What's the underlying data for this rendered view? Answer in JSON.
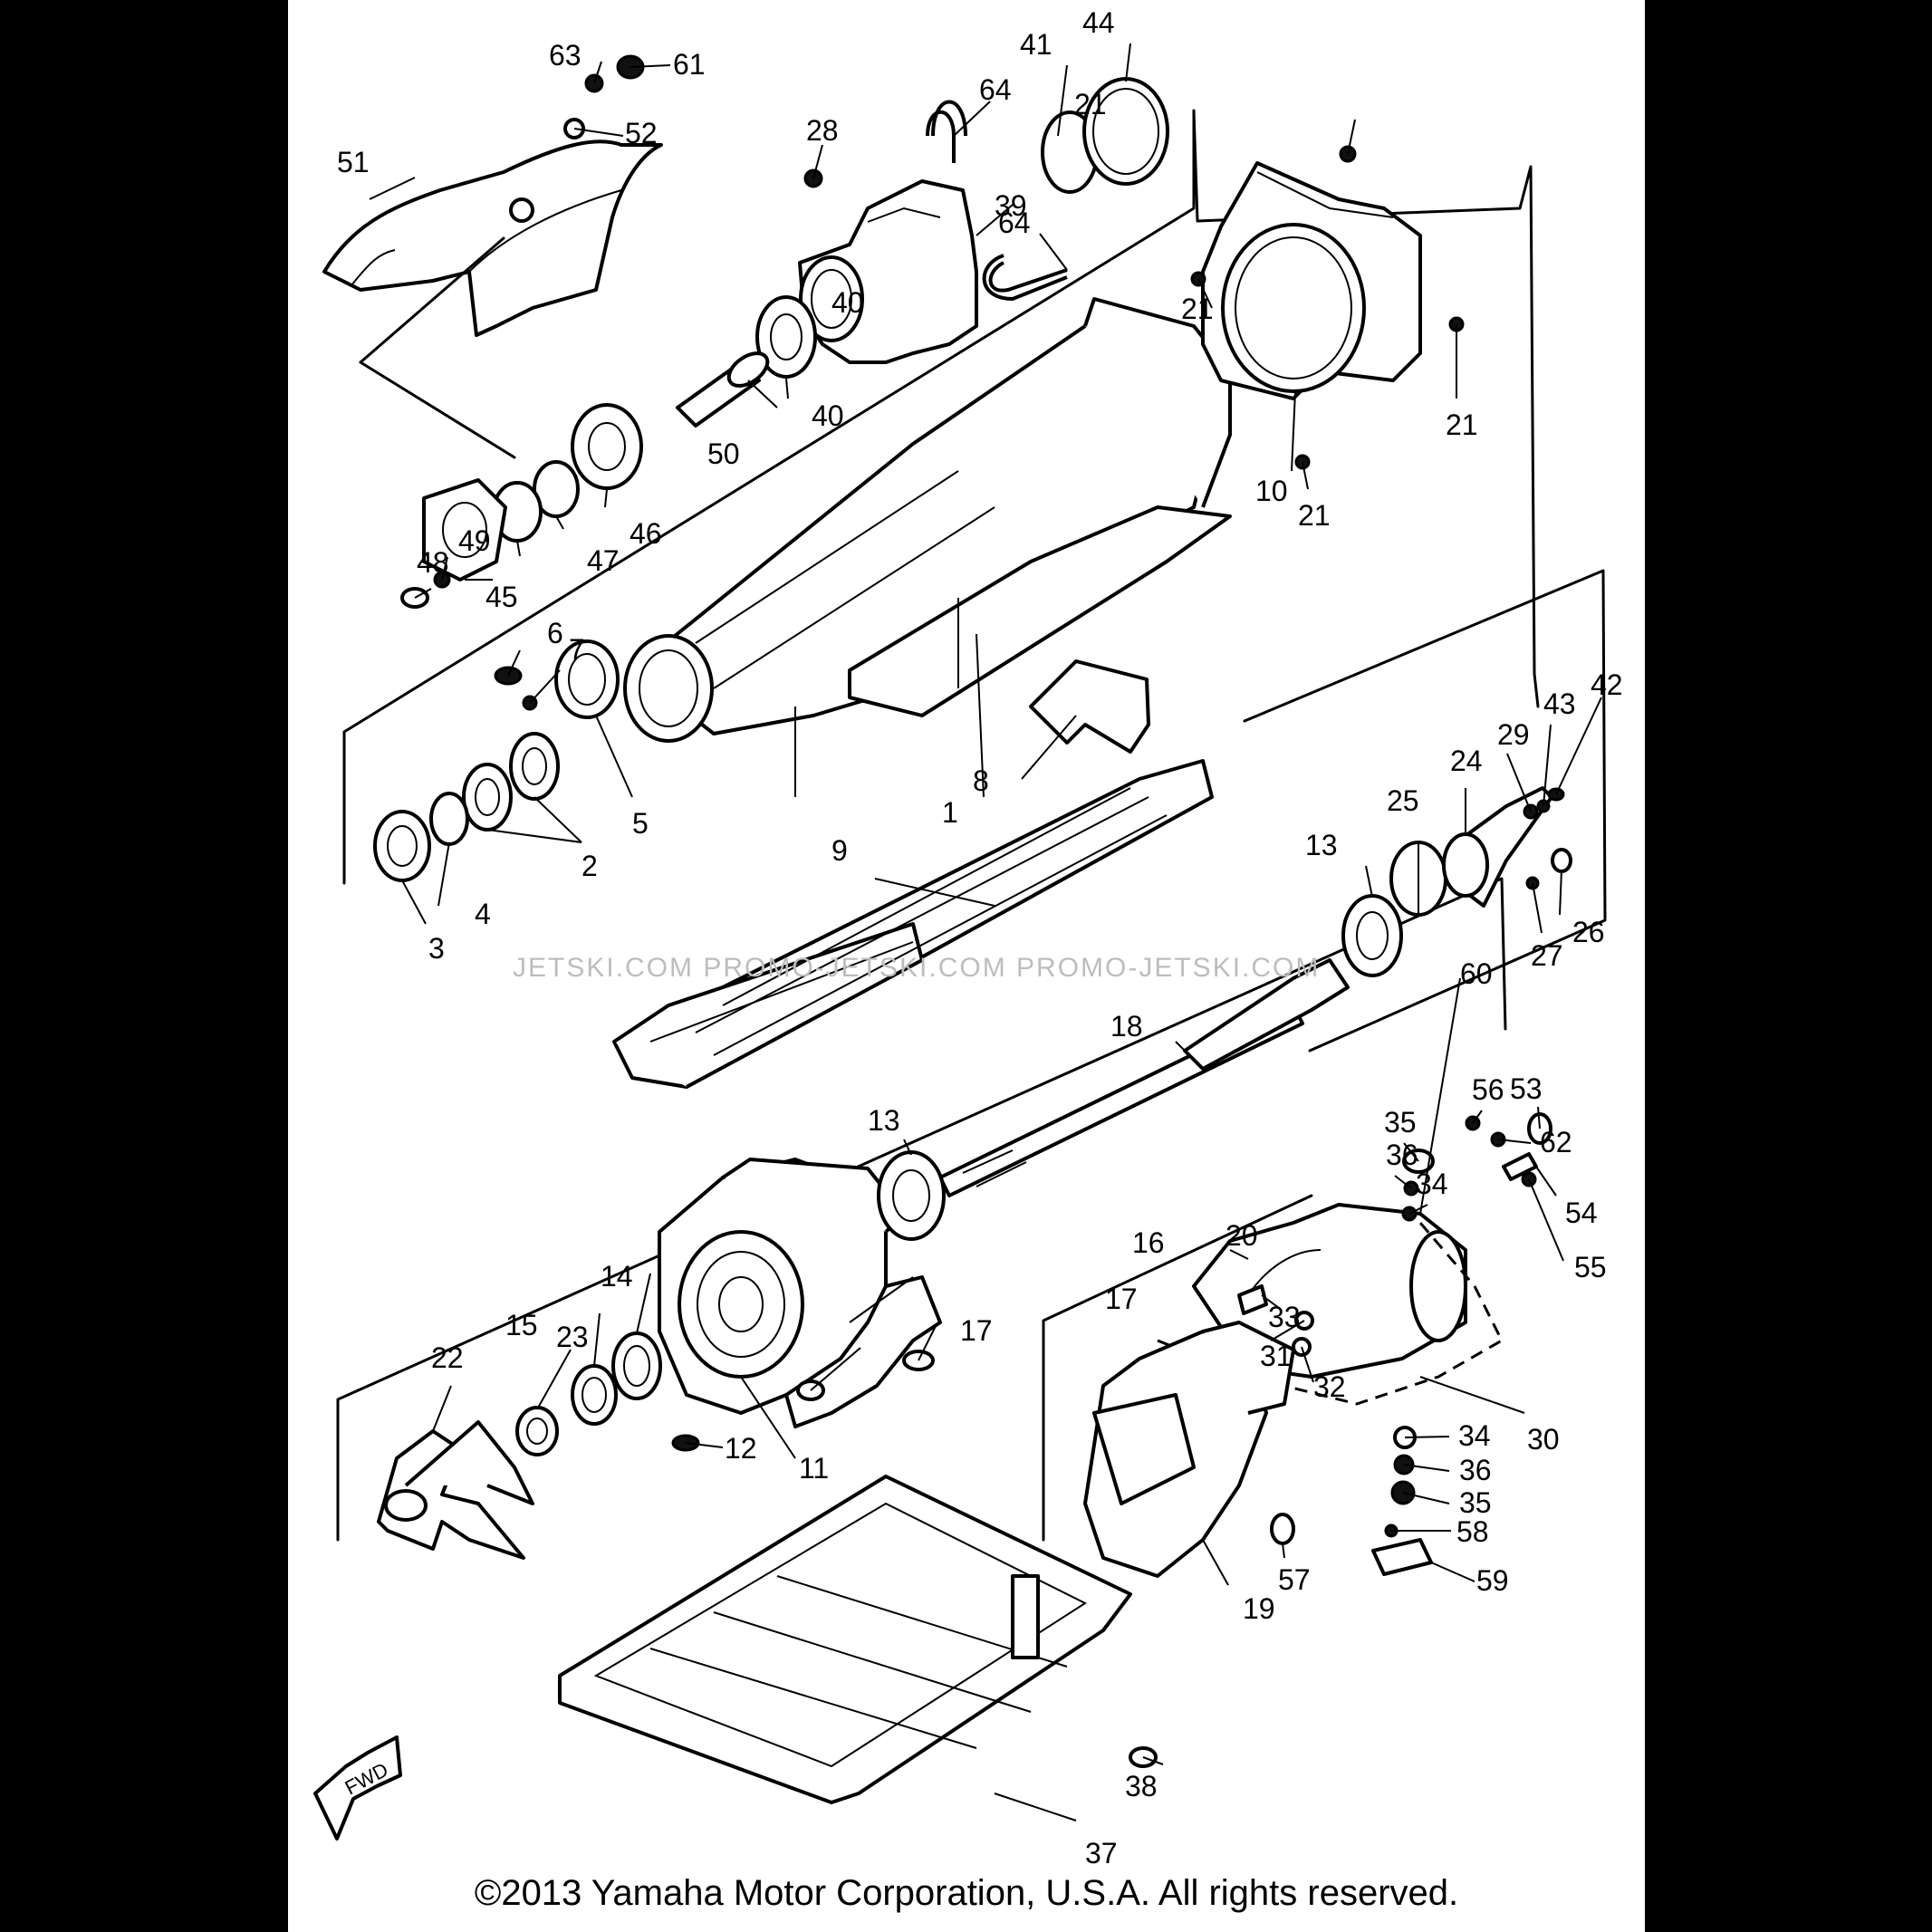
{
  "callouts": [
    "63",
    "61",
    "52",
    "51",
    "28",
    "64",
    "41",
    "44",
    "39",
    "64",
    "21",
    "21",
    "21",
    "21",
    "10",
    "40",
    "50",
    "40",
    "46",
    "47",
    "45",
    "49",
    "48",
    "6",
    "7",
    "5",
    "1",
    "8",
    "2",
    "3",
    "4",
    "9",
    "13",
    "25",
    "24",
    "29",
    "43",
    "42",
    "26",
    "27",
    "18",
    "13",
    "56",
    "53",
    "35",
    "36",
    "62",
    "34",
    "54",
    "55",
    "20",
    "16",
    "17",
    "17",
    "33",
    "31",
    "32",
    "34",
    "36",
    "35",
    "30",
    "15",
    "14",
    "23",
    "22",
    "12",
    "11",
    "19",
    "57",
    "58",
    "59",
    "38",
    "37",
    "60"
  ],
  "watermark": "JETSKI.COM   PROMO-JETSKI.COM   PROMO-JETSKI.COM",
  "fwd_label": "FWD",
  "copyright": "©2013 Yamaha Motor Corporation, U.S.A. All rights reserved."
}
